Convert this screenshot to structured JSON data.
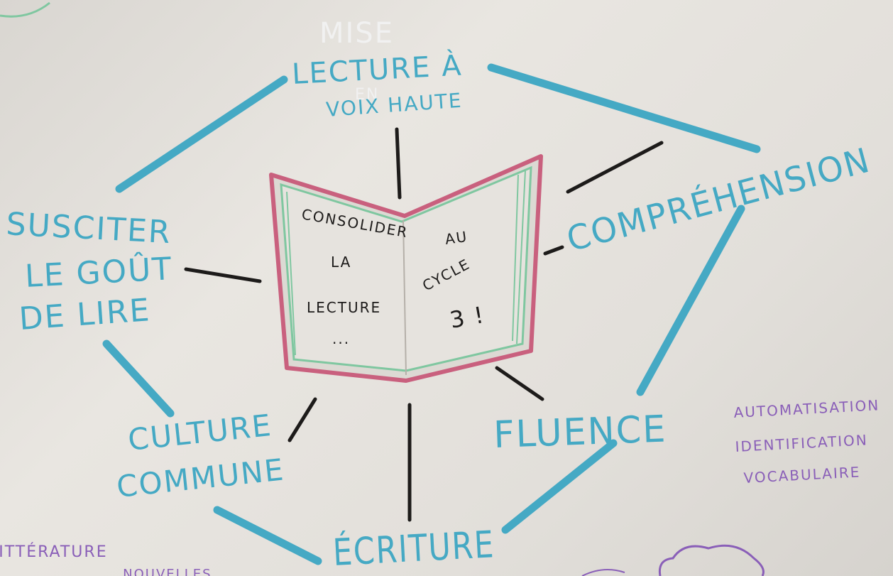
{
  "colors": {
    "board": "#e4e1dc",
    "blue_marker": "#45a9c4",
    "black_marker": "#1d1b1a",
    "pink_marker": "#c9607e",
    "green_marker": "#7fc7a0",
    "purple_marker": "#8a5fb8",
    "gray_marker": "#f1f1f1"
  },
  "book": {
    "left_page": [
      "CONSOLIDER",
      "LA",
      "LECTURE",
      "..."
    ],
    "right_page": [
      "AU",
      "CYCLE",
      "3 !"
    ]
  },
  "nodes": {
    "lecture": {
      "mise": "MISE",
      "en": "EN",
      "line1": "LECTURE À",
      "line2": "VOIX HAUTE"
    },
    "comprehension": "COMPRÉHENSION",
    "susciter": [
      "SUSCITER",
      "LE GOÛT",
      "DE LIRE"
    ],
    "culture": [
      "CULTURE",
      "COMMUNE"
    ],
    "fluence": "FLUENCE",
    "ecriture": "ÉCRITURE"
  },
  "fluence_notes": [
    "AUTOMATISATION",
    "IDENTIFICATION",
    "VOCABULAIRE"
  ],
  "bottom_left_notes": [
    "LITTÉRATURE",
    "...NOUVELLES"
  ]
}
